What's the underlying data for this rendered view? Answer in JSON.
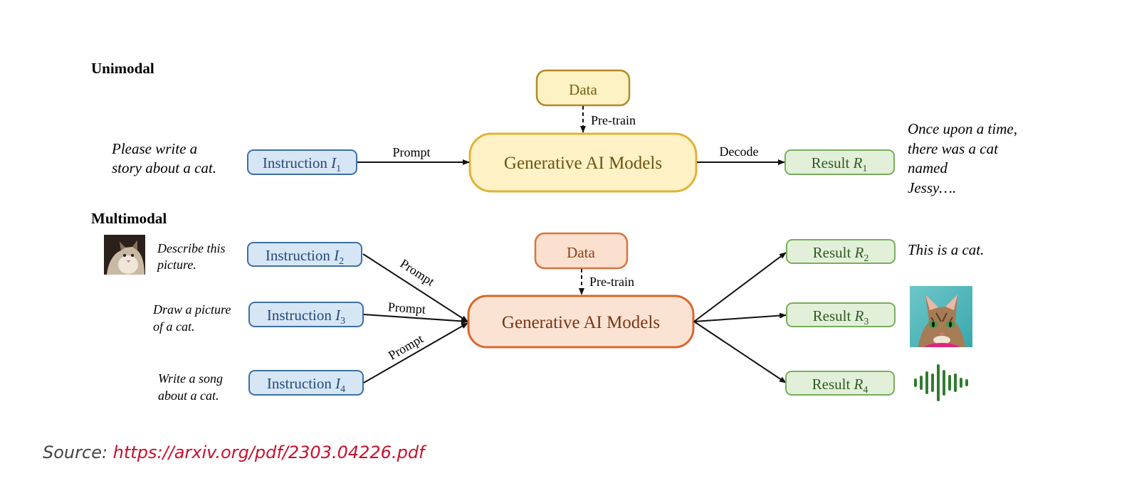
{
  "sections": {
    "unimodal": "Unimodal",
    "multimodal": "Multimodal"
  },
  "unimodal": {
    "data_label": "Data",
    "pretrain_label": "Pre-train",
    "model_label": "Generative AI Models",
    "prompt_label": "Prompt",
    "decode_label": "Decode",
    "input_text": [
      "Please write a",
      "story about a cat."
    ],
    "instruction": {
      "text": "Instruction",
      "var": "I",
      "sub": "1"
    },
    "result": {
      "text": "Result",
      "var": "R",
      "sub": "1"
    },
    "output_text": [
      "Once upon a time,",
      "there was a cat",
      "named",
      "Jessy…."
    ]
  },
  "multimodal": {
    "data_label": "Data",
    "pretrain_label": "Pre-train",
    "model_label": "Generative AI Models",
    "prompt_label": "Prompt",
    "inputs": [
      {
        "text": [
          "Describe this",
          "picture."
        ],
        "instruction": {
          "text": "Instruction",
          "var": "I",
          "sub": "2"
        }
      },
      {
        "text": [
          "Draw a picture",
          "of a cat."
        ],
        "instruction": {
          "text": "Instruction",
          "var": "I",
          "sub": "3"
        }
      },
      {
        "text": [
          "Write a song",
          "about a cat."
        ],
        "instruction": {
          "text": "Instruction",
          "var": "I",
          "sub": "4"
        }
      }
    ],
    "results": [
      {
        "text": "Result",
        "var": "R",
        "sub": "2",
        "output_text": "This is a cat.",
        "output_kind": "text"
      },
      {
        "text": "Result",
        "var": "R",
        "sub": "3",
        "output_kind": "image"
      },
      {
        "text": "Result",
        "var": "R",
        "sub": "4",
        "output_kind": "audio-waveform"
      }
    ]
  },
  "source": {
    "prefix": "Source: ",
    "link": "https://arxiv.org/pdf/2303.04226.pdf"
  },
  "colors": {
    "data_uni_fill": "#fdf2c4",
    "data_uni_stroke": "#b08b28",
    "model_uni_fill": "#fef2c6",
    "model_uni_stroke": "#e2b13a",
    "data_multi_fill": "#fbe0d0",
    "data_multi_stroke": "#d8743f",
    "model_multi_fill": "#fbe3d4",
    "model_multi_stroke": "#d9672a",
    "instruction_fill": "#d7e6f5",
    "instruction_stroke": "#3d6fa6",
    "result_fill": "#e3f0d9",
    "result_stroke": "#79ad5e",
    "waveform": "#2f7d2f",
    "arrow": "#111111"
  }
}
